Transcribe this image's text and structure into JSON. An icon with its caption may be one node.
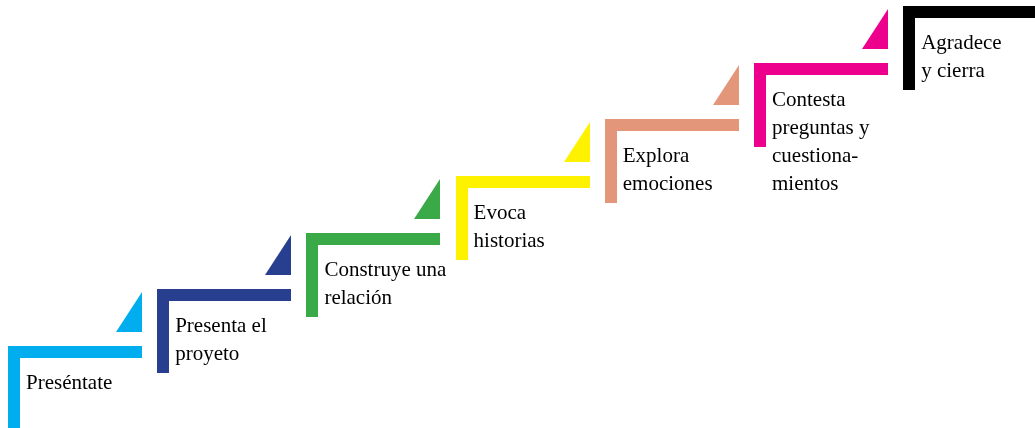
{
  "diagram": {
    "nodes": [
      {
        "text": [
          "Preséntate"
        ]
      },
      {
        "text": [
          "Presenta el proyeto"
        ]
      },
      {
        "text": [
          "Construye una relación"
        ]
      },
      {
        "text": [
          "Evoca historias"
        ]
      },
      {
        "text": [
          "Explora emociones"
        ]
      },
      {
        "text": [
          "Contesta preguntas y cuestiona- mientos"
        ]
      },
      {
        "text": [
          "Agradece y cierra"
        ]
      }
    ]
  }
}
